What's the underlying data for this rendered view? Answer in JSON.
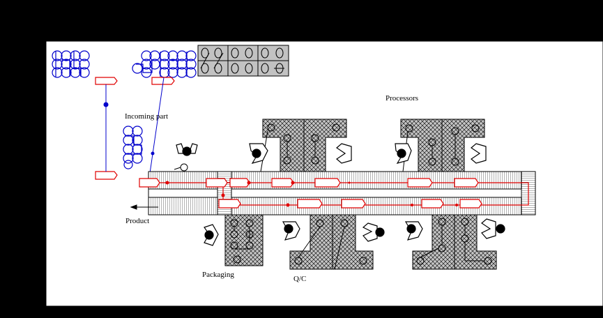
{
  "labels": {
    "processors": "Processors",
    "incoming_part": "Incoming part",
    "product": "Product",
    "packaging": "Packaging",
    "qc": "Q/C"
  },
  "colors": {
    "background": "#000000",
    "panel": "#ffffff",
    "conveyor_path": "#ff0000",
    "feeder": "#0000cc",
    "station_fill": "#bdbdbd",
    "outline": "#000000"
  }
}
